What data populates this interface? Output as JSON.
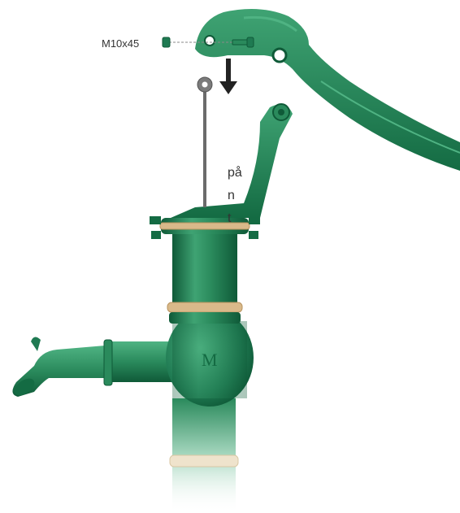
{
  "bolt": {
    "label": "M10x45"
  },
  "side_text": {
    "lines": [
      "på",
      "n",
      "t"
    ]
  },
  "colors": {
    "pump_green": "#1f7a52",
    "pump_green_dark": "#0f5a38",
    "pump_green_light": "#3fa373",
    "gasket_tan": "#d9b98a",
    "rod_gray": "#6b6b6b",
    "arrow": "#222222",
    "pipe_light": "#cfeadc"
  },
  "icons": {
    "arrow": "down-arrow-icon",
    "emblem": "logo-emblem"
  }
}
